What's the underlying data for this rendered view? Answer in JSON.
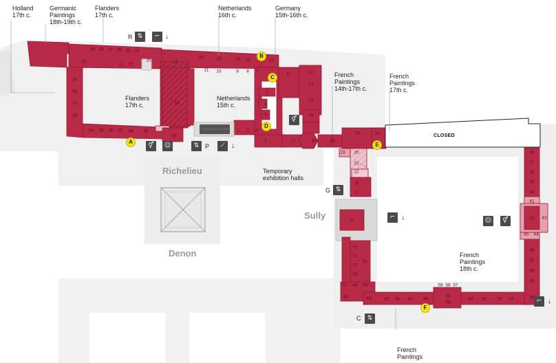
{
  "regions": {
    "holland": "Holland\n17th c.",
    "germanic": "Germanic\nPaintings\n18th-19th c.",
    "flanders_top": "Flanders\n17th c.",
    "netherlands_top": "Netherlands\n16th c.",
    "germany": "Germany\n15th-16th c.",
    "flanders_inner": "Flanders\n17th c.",
    "netherlands_inner": "Netherlands\n15th c.",
    "french_1417": "French\nPaintings\n14th-17th c.",
    "french_17": "French\nPaintings\n17th c.",
    "temporary": "Temporary\nexhibition halls",
    "french_18": "French\nPaintings\n18th c.",
    "french_bottom": "French\nPaintings"
  },
  "wings": {
    "richelieu": "Richelieu",
    "sully": "Sully",
    "denon": "Denon"
  },
  "closed_label": "CLOSED",
  "markers": [
    "A",
    "B",
    "C",
    "D",
    "E",
    "F"
  ],
  "access_letters": {
    "r": "R",
    "p": "P",
    "g": "G",
    "c": "C"
  },
  "room_numbers": {
    "richelieu_top": [
      "29",
      "28",
      "27",
      "26",
      "25",
      "24",
      "23",
      "22",
      "21",
      "20",
      "17",
      "16",
      "15",
      "14",
      "13",
      "12",
      "11",
      "10",
      "9",
      "8",
      "7"
    ],
    "richelieu_west": [
      "30",
      "31",
      "32",
      "33"
    ],
    "richelieu_south": [
      "34",
      "35",
      "36",
      "37",
      "38",
      "39",
      "19",
      "18"
    ],
    "richelieu_center": [
      "1",
      "2",
      "3",
      "4",
      "5",
      "6"
    ],
    "link": [
      "11",
      "12",
      "13",
      "14",
      "15",
      "16",
      "17",
      "18"
    ],
    "sully_north": [
      "19",
      "24",
      "20",
      "21",
      "22",
      "23"
    ],
    "sully_west": [
      "A",
      "B",
      "C",
      "73",
      "72",
      "71",
      "70",
      "69",
      "68",
      "67",
      "66",
      "65"
    ],
    "sully_east": [
      "36",
      "37",
      "38",
      "39",
      "40",
      "41",
      "42",
      "43",
      "44",
      "45",
      "46",
      "47",
      "48",
      "49",
      "50"
    ],
    "sully_south": [
      "64",
      "63",
      "62",
      "61",
      "60",
      "59",
      "58",
      "57",
      "56",
      "55",
      "54",
      "53",
      "52",
      "51"
    ]
  },
  "colors": {
    "gallery": "#b82a48",
    "gallery_light": "#e8a0ae",
    "gallery_pale": "#f2cbd3",
    "outline": "#9a1d36",
    "ground": "#ededed",
    "courtyard": "#ffffff",
    "icon": "#4a4a4a",
    "marker": "#f3e21a",
    "wing_text": "#9a9a9a"
  },
  "icon_names": [
    "elevator-icon",
    "stairs-icon",
    "escalator-icon",
    "toilets-icon",
    "baby-change-icon"
  ]
}
